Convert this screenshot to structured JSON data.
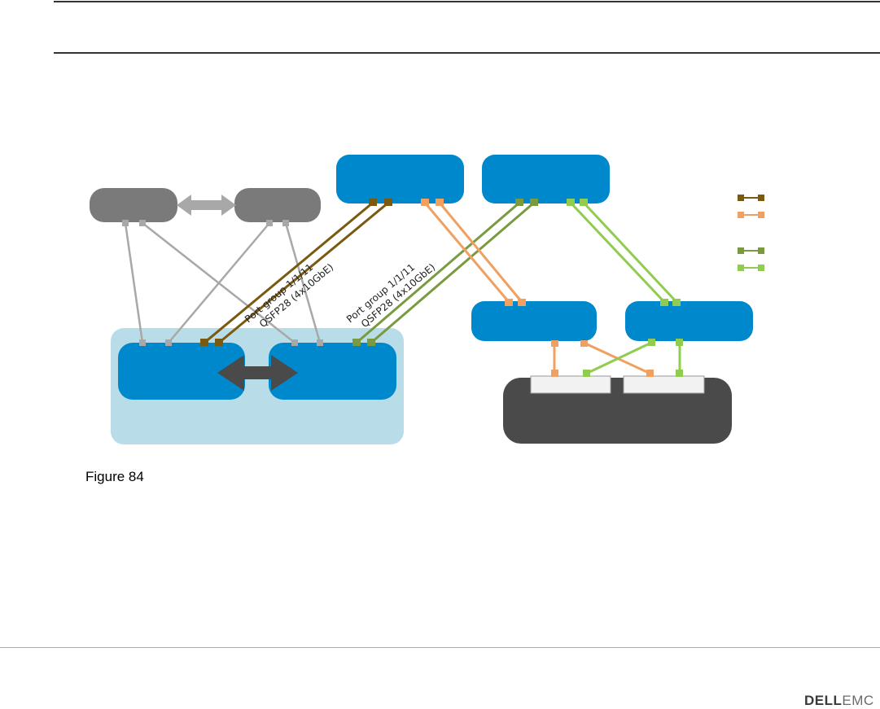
{
  "figure": {
    "caption": "Figure 84",
    "port_labels": [
      {
        "line1": "Port group 1/1/11",
        "line2": "QSFP28 (4x10GbE)"
      },
      {
        "line1": "Port group 1/1/11",
        "line2": "QSFP28 (4x10GbE)"
      }
    ]
  },
  "footer": {
    "logo_bold": "DELL",
    "logo_light": "EMC"
  },
  "colors": {
    "switch_blue": "#0088cc",
    "mgmt_gray": "#7a7a7a",
    "vlt_domain_bg": "#b8dde9",
    "server_dark": "#4a4a4a",
    "link_gray": "#a8a8a8",
    "link_brown": "#7a5a10",
    "link_orange": "#f0a060",
    "link_olive": "#7a9a40",
    "link_lightgreen": "#90cc50"
  }
}
